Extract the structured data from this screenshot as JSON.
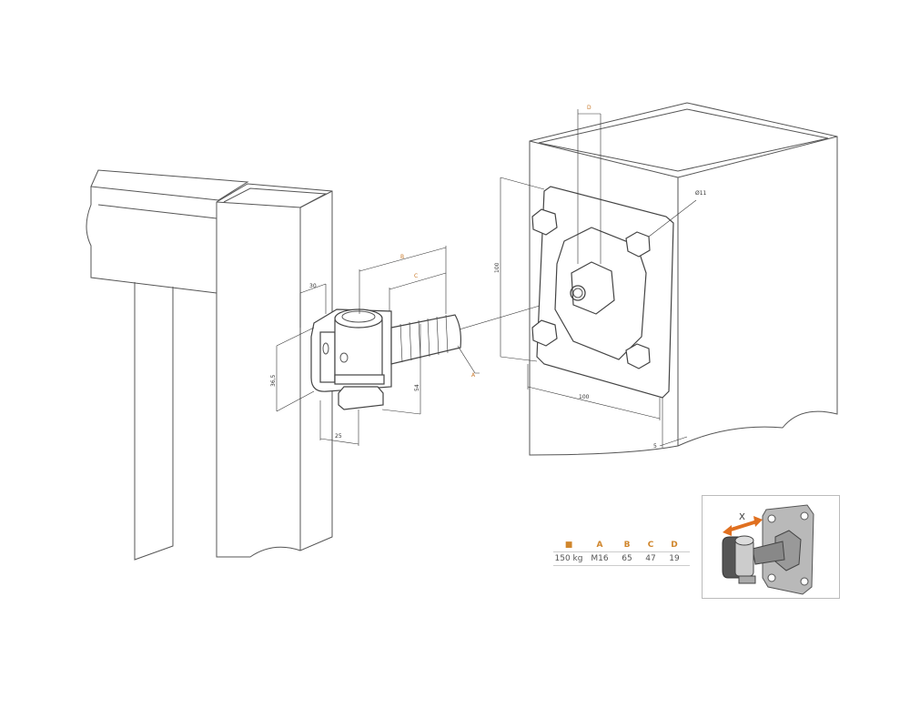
{
  "dimensions": {
    "d": "D",
    "hole_diameter": "Ø11",
    "plate_height": "100",
    "plate_width": "100",
    "plate_thickness": "5",
    "b": "B",
    "c": "C",
    "a": "A",
    "offset_30": "30",
    "height_36_5": "36,5",
    "height_54": "54",
    "width_25": "25"
  },
  "spec_table": {
    "icon": "weight-icon",
    "headers": [
      "A",
      "B",
      "C",
      "D"
    ],
    "values": [
      "150 kg",
      "M16",
      "65",
      "47",
      "19"
    ]
  },
  "inset": {
    "label": "X",
    "arrow_color": "#e07020"
  },
  "colors": {
    "accent": "#d0862c",
    "line": "#555555"
  }
}
